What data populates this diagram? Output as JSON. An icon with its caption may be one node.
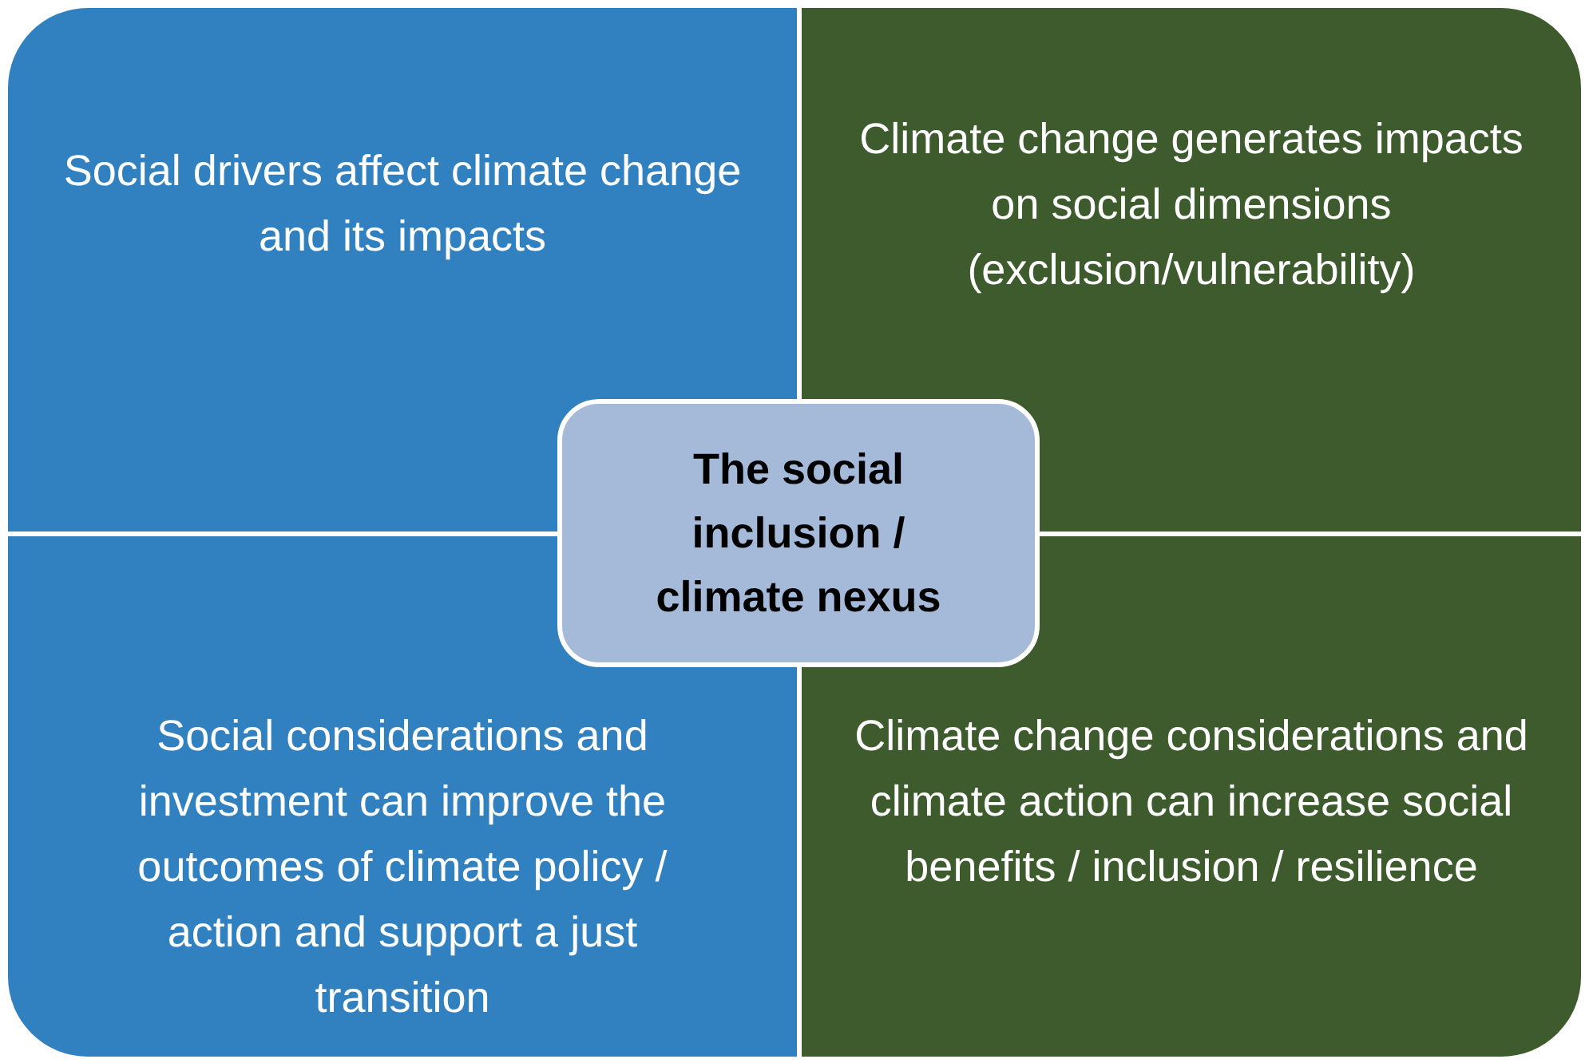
{
  "diagram": {
    "nodes": [
      {
        "text": [
          "Social drivers affect climate change and its impacts"
        ]
      },
      {
        "text": [
          "Climate change generates impacts on social dimensions (exclusion/vulnerability)"
        ]
      },
      {
        "text": [
          "Social considerations and investment can improve the outcomes of climate policy / action and support a just transition"
        ]
      },
      {
        "text": [
          "Climate change considerations and climate action can increase social benefits / inclusion / resilience"
        ]
      },
      {
        "text": [
          "The social inclusion / climate nexus"
        ]
      }
    ]
  }
}
